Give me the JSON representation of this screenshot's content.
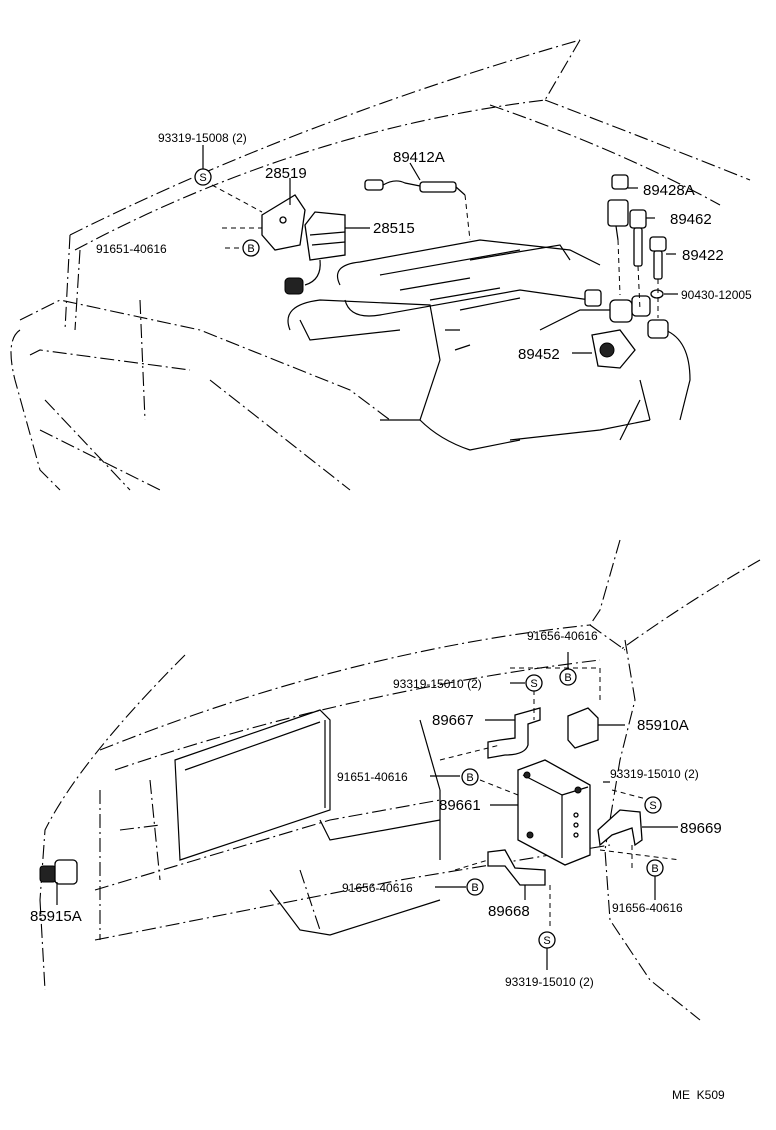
{
  "top_section": {
    "labels": {
      "bolt_93319_15008": "93319-15008 (2)",
      "p28519": "28519",
      "p89412A": "89412A",
      "p28515": "28515",
      "bolt_91651_40616": "91651-40616",
      "p89428A": "89428A",
      "p89462": "89462",
      "p89422": "89422",
      "p90430": "90430-12005",
      "p89452": "89452"
    }
  },
  "bottom_section": {
    "labels": {
      "bolt_91656_top": "91656-40616",
      "bolt_93319_a": "93319-15010 (2)",
      "p89667": "89667",
      "p85910A": "85910A",
      "bolt_91651": "91651-40616",
      "bolt_93319_b": "93319-15010 (2)",
      "p89661": "89661",
      "p89669": "89669",
      "bolt_91656_mid": "91656-40616",
      "p89668": "89668",
      "bolt_91656_right": "91656-40616",
      "p85915A": "85915A",
      "bolt_93319_c": "93319-15010 (2)"
    }
  },
  "markers": {
    "s": "S",
    "b": "B"
  },
  "footer": {
    "code": "ME  K509"
  }
}
